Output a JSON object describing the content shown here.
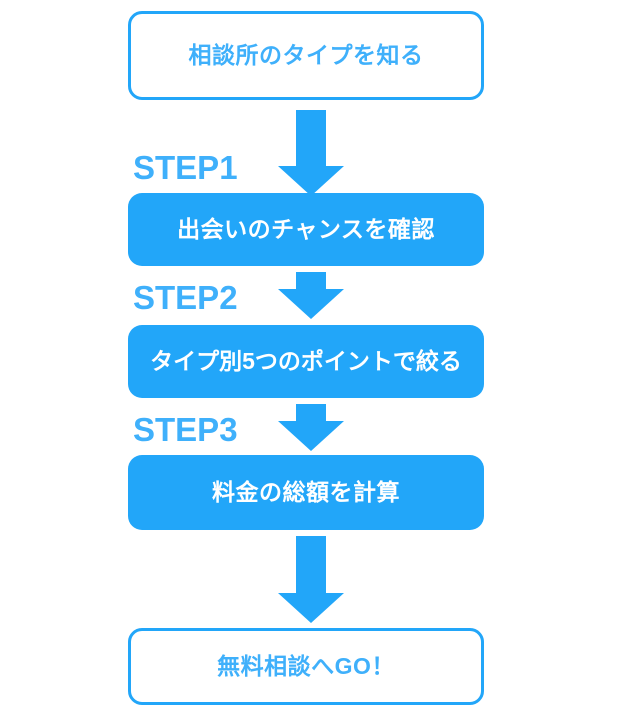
{
  "diagram": {
    "title_color": "#3fb0fb",
    "accent_color": "#22a6f9",
    "background_color": "#ffffff",
    "nodes": [
      {
        "id": "start",
        "label": "相談所のタイプを知る",
        "style": "outline",
        "text_color": "#3fb0fb",
        "fill_color": "#ffffff",
        "border_color": "#22a6f9"
      },
      {
        "id": "step1-box",
        "label": "出会いのチャンスを確認",
        "style": "filled",
        "text_color": "#ffffff",
        "fill_color": "#22a6f9",
        "border_color": "none"
      },
      {
        "id": "step2-box",
        "label": "タイプ別5つのポイントで絞る",
        "style": "filled",
        "text_color": "#ffffff",
        "fill_color": "#22a6f9",
        "border_color": "none"
      },
      {
        "id": "step3-box",
        "label": "料金の総額を計算",
        "style": "filled",
        "text_color": "#ffffff",
        "fill_color": "#22a6f9",
        "border_color": "none"
      },
      {
        "id": "goal",
        "label": "無料相談へGO！",
        "style": "outline",
        "text_color": "#3fb0fb",
        "fill_color": "#ffffff",
        "border_color": "#22a6f9"
      }
    ],
    "steps": [
      {
        "id": "step1",
        "label": "STEP1"
      },
      {
        "id": "step2",
        "label": "STEP2"
      },
      {
        "id": "step3",
        "label": "STEP3"
      }
    ],
    "arrows": [
      {
        "id": "arrow-start-to-step1",
        "direction": "down",
        "length": "long",
        "color": "#22a6f9"
      },
      {
        "id": "arrow-step1-to-step2",
        "direction": "down",
        "length": "short",
        "color": "#22a6f9"
      },
      {
        "id": "arrow-step2-to-step3",
        "direction": "down",
        "length": "short",
        "color": "#22a6f9"
      },
      {
        "id": "arrow-step3-to-goal",
        "direction": "down",
        "length": "long",
        "color": "#22a6f9"
      }
    ]
  }
}
